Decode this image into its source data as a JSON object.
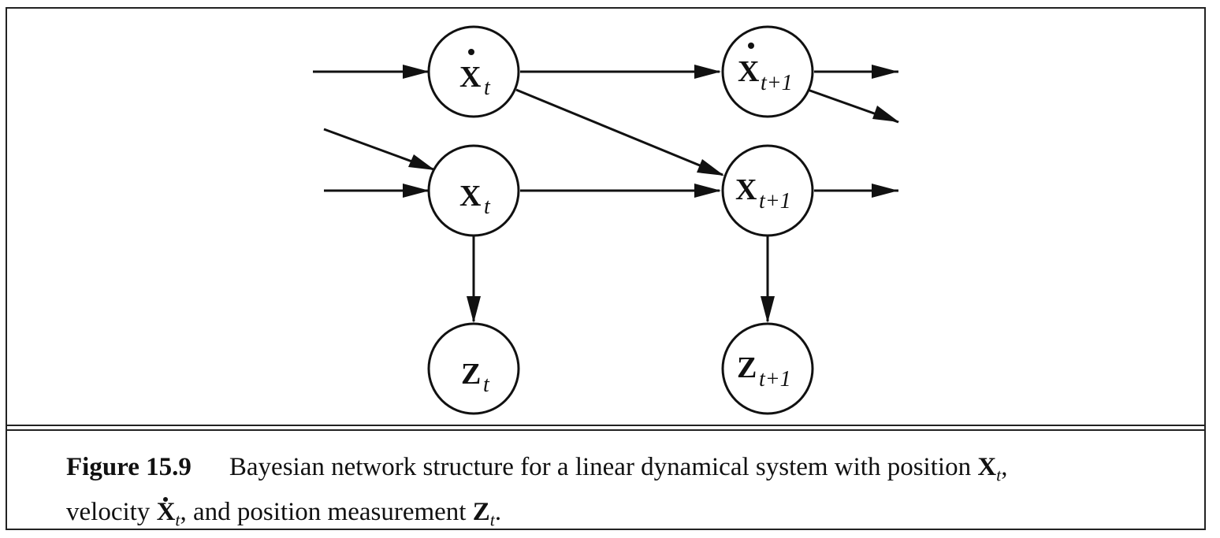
{
  "nodes": [
    {
      "id": "xdot_t",
      "base": "X",
      "sub": "t",
      "dot": true
    },
    {
      "id": "xdot_t1",
      "base": "X",
      "sub": "t+1",
      "dot": true
    },
    {
      "id": "x_t",
      "base": "X",
      "sub": "t",
      "dot": false
    },
    {
      "id": "x_t1",
      "base": "X",
      "sub": "t+1",
      "dot": false
    },
    {
      "id": "z_t",
      "base": "Z",
      "sub": "t",
      "dot": false
    },
    {
      "id": "z_t1",
      "base": "Z",
      "sub": "t+1",
      "dot": false
    }
  ],
  "edges": [
    {
      "from": "xdot_t",
      "to": "xdot_t1"
    },
    {
      "from": "xdot_t",
      "to": "x_t1"
    },
    {
      "from": "x_t",
      "to": "x_t1"
    },
    {
      "from": "x_t",
      "to": "z_t"
    },
    {
      "from": "x_t1",
      "to": "z_t1"
    }
  ],
  "caption": {
    "number": "Figure 15.9",
    "text_1": "Bayesian network structure for a linear dynamical system with position ",
    "pos_symbol": "X",
    "sub_t": "t",
    "text_2": ",",
    "text_3": "velocity ",
    "vel_symbol": "X",
    "text_4": ", and position measurement ",
    "meas_symbol": "Z",
    "text_5": "."
  }
}
